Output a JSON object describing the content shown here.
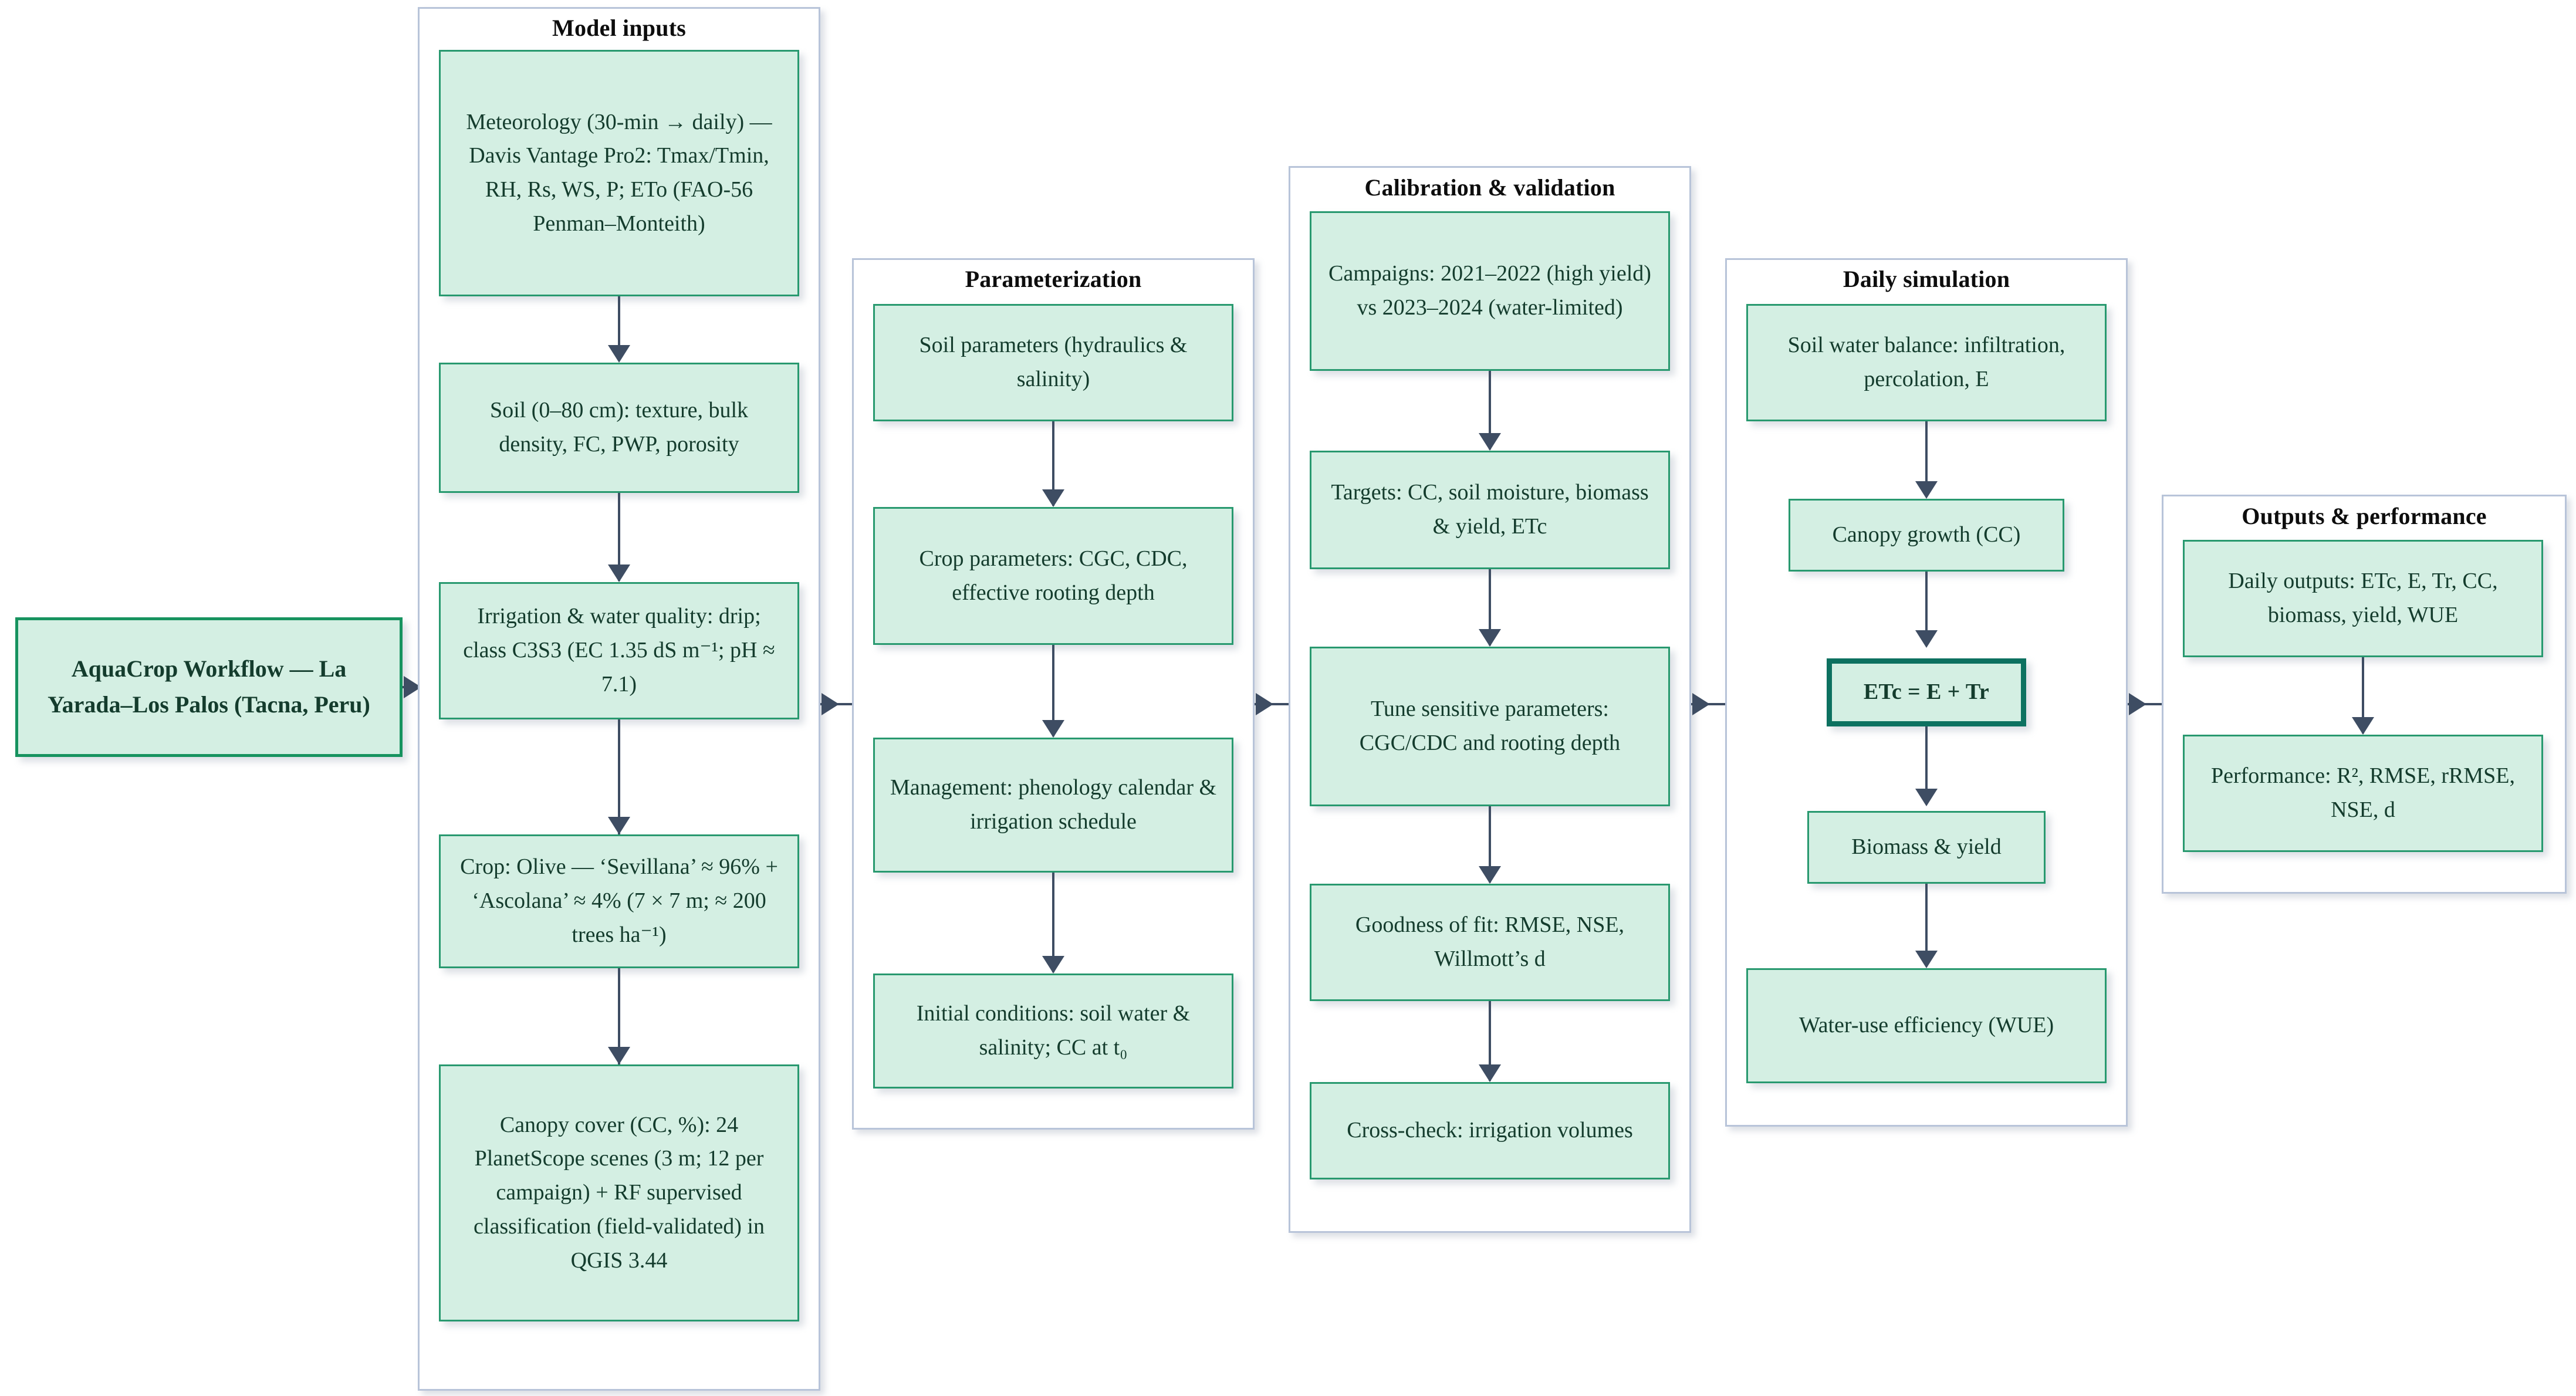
{
  "diagram": {
    "title": "AquaCrop Workflow",
    "start_node": "AquaCrop Workflow — La Yarada–Los Palos (Tacna, Peru)",
    "accent_fill": "#d4efe3",
    "accent_border": "#28996f",
    "emphasis_border": "#0d7160",
    "container_border": "#b8c4d9",
    "connector_color": "#3e4d63",
    "text_color": "#143c2d"
  },
  "columns": [
    {
      "id": "model-inputs",
      "title": "Model inputs",
      "nodes": [
        {
          "id": "meteorology",
          "text": "Meteorology (30-min → daily) — Davis Vantage Pro2: Tmax/Tmin, RH, Rs, WS, P; ETo (FAO-56 Penman–Monteith)"
        },
        {
          "id": "soil",
          "text": "Soil (0–80 cm): texture, bulk density, FC, PWP, porosity"
        },
        {
          "id": "irrigation-water-quality",
          "text": "Irrigation & water quality: drip; class C3S3 (EC 1.35 dS m⁻¹; pH ≈ 7.1)"
        },
        {
          "id": "crop",
          "text": "Crop: Olive — ‘Sevillana’ ≈ 96% + ‘Ascolana’ ≈ 4% (7 × 7 m; ≈ 200 trees ha⁻¹)"
        },
        {
          "id": "canopy-cover",
          "text": "Canopy cover (CC, %): 24 PlanetScope scenes (3 m; 12 per campaign) + RF supervised classification (field-validated) in QGIS 3.44"
        }
      ]
    },
    {
      "id": "parameterization",
      "title": "Parameterization",
      "nodes": [
        {
          "id": "soil-parameters",
          "text": "Soil parameters (hydraulics & salinity)"
        },
        {
          "id": "crop-parameters",
          "text": "Crop parameters: CGC, CDC, effective rooting depth"
        },
        {
          "id": "management",
          "text": "Management: phenology calendar & irrigation schedule"
        },
        {
          "id": "initial-conditions",
          "text": "Initial conditions: soil water & salinity; CC at t₀"
        }
      ]
    },
    {
      "id": "calibration-validation",
      "title": "Calibration & validation",
      "nodes": [
        {
          "id": "campaigns",
          "text": "Campaigns: 2021–2022 (high yield) vs 2023–2024 (water-limited)"
        },
        {
          "id": "targets",
          "text": "Targets: CC, soil moisture, biomass & yield, ETc"
        },
        {
          "id": "tune-parameters",
          "text": "Tune sensitive parameters: CGC/CDC and rooting depth"
        },
        {
          "id": "goodness-of-fit",
          "text": "Goodness of fit: RMSE, NSE, Willmott’s d"
        },
        {
          "id": "cross-check",
          "text": "Cross-check: irrigation volumes"
        }
      ]
    },
    {
      "id": "daily-simulation",
      "title": "Daily simulation",
      "nodes": [
        {
          "id": "soil-water-balance",
          "text": "Soil water balance: infiltration, percolation, E"
        },
        {
          "id": "canopy-growth",
          "text": "Canopy growth (CC)"
        },
        {
          "id": "etc-equation",
          "text": "ETc = E + Tr",
          "emphasis": true
        },
        {
          "id": "biomass-yield",
          "text": "Biomass & yield"
        },
        {
          "id": "water-use-efficiency",
          "text": "Water-use efficiency (WUE)"
        }
      ]
    },
    {
      "id": "outputs-performance",
      "title": "Outputs & performance",
      "nodes": [
        {
          "id": "daily-outputs",
          "text": "Daily outputs: ETc, E, Tr, CC, biomass, yield, WUE"
        },
        {
          "id": "performance",
          "text": "Performance: R², RMSE, rRMSE, NSE, d"
        }
      ]
    }
  ]
}
